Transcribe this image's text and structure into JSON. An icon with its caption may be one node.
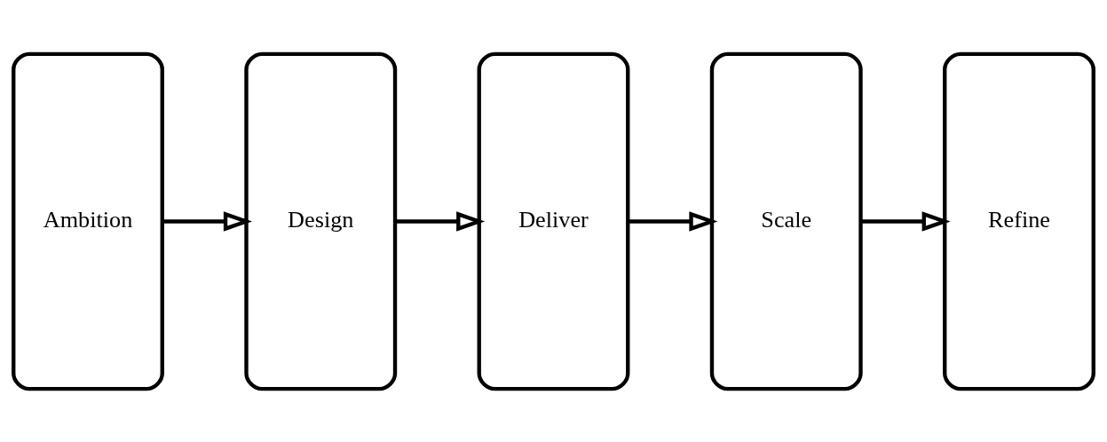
{
  "diagram": {
    "nodes": [
      {
        "text": [
          "Ambition"
        ]
      },
      {
        "text": [
          "Design"
        ]
      },
      {
        "text": [
          "Deliver"
        ]
      },
      {
        "text": [
          "Scale"
        ]
      },
      {
        "text": [
          "Refine"
        ]
      }
    ],
    "edges": [
      {
        "from": 0,
        "to": 1,
        "arrow": "to"
      },
      {
        "from": 1,
        "to": 2,
        "arrow": "to"
      },
      {
        "from": 2,
        "to": 3,
        "arrow": "to"
      },
      {
        "from": 3,
        "to": 4,
        "arrow": "to"
      }
    ]
  }
}
